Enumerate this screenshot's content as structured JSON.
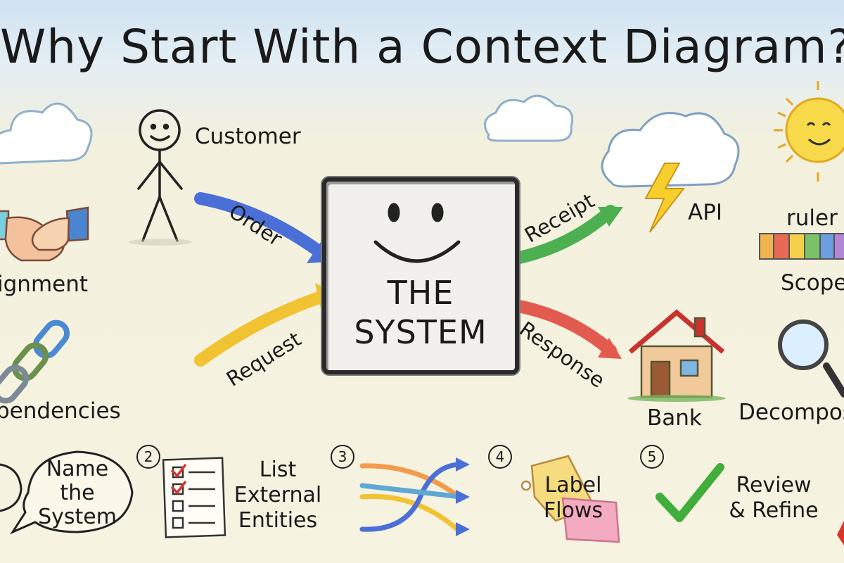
{
  "title": "Why Start With a Context Diagram?",
  "center": {
    "line1": "THE",
    "line2": "SYSTEM"
  },
  "entities": {
    "customer": "Customer",
    "api": "API",
    "bank": "Bank"
  },
  "flows": {
    "order": "Order",
    "request": "Request",
    "receipt": "Receipt",
    "response": "Response"
  },
  "benefits": {
    "alignment": "ignment",
    "dependencies": "pendencies",
    "ruler": "ruler",
    "scope": "Scope",
    "decompose": "Decompos"
  },
  "steps": [
    {
      "num": "",
      "label": "Name\nthe\nSystem"
    },
    {
      "num": "2",
      "label": "List\nExternal\nEntities"
    },
    {
      "num": "3",
      "label": ""
    },
    {
      "num": "4",
      "label": "Label\nFlows"
    },
    {
      "num": "5",
      "label": "Review\n& Refine"
    }
  ],
  "colors": {
    "blue": "#4a6fd6",
    "yellow": "#f1c232",
    "green": "#4caf50",
    "red": "#e35b4f",
    "orange": "#f29b4a"
  }
}
